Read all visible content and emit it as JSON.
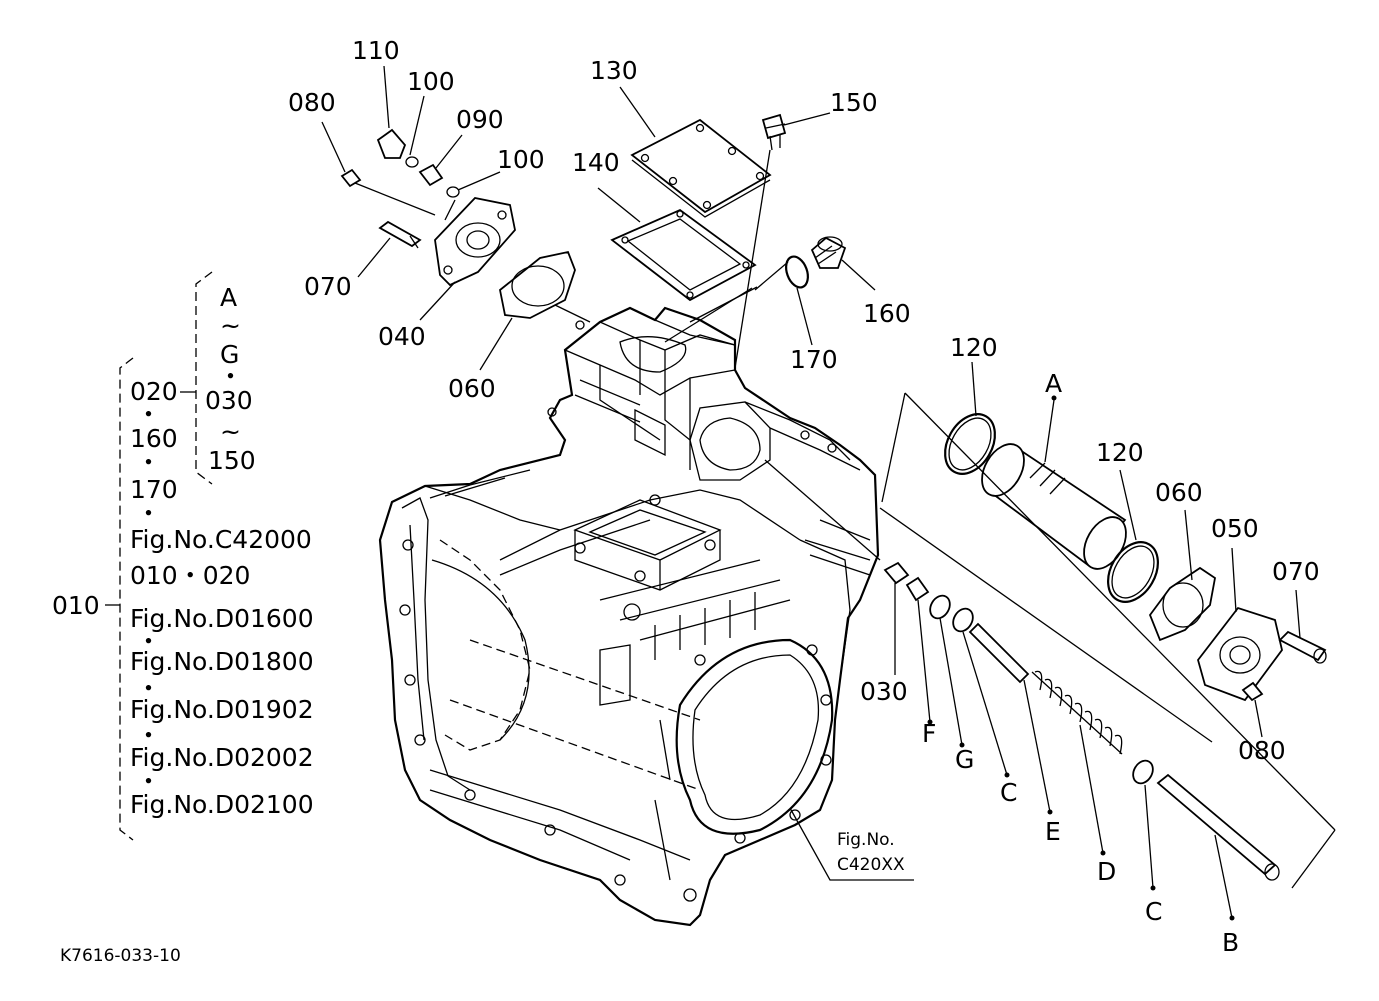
{
  "labels": {
    "p110": "110",
    "p100a": "100",
    "p090": "090",
    "p100b": "100",
    "p080a": "080",
    "p130": "130",
    "p150": "150",
    "p140": "140",
    "p070a": "070",
    "p040": "040",
    "p060a": "060",
    "p160": "160",
    "p170": "170",
    "p120a": "120",
    "pA": "A",
    "p120b": "120",
    "p060b": "060",
    "p050": "050",
    "p070b": "070",
    "p080b": "080",
    "p030": "030",
    "pF": "F",
    "pG": "G",
    "pC1": "C",
    "pE": "E",
    "pD": "D",
    "pC2": "C",
    "pB": "B",
    "fig_ref_1": "Fig.No.",
    "fig_ref_2": "C420XX"
  },
  "legend": {
    "main": "010",
    "col1": [
      "020",
      "160",
      "170",
      "Fig.No.C42000",
      "010・020",
      "Fig.No.D01600",
      "Fig.No.D01800",
      "Fig.No.D01902",
      "Fig.No.D02002",
      "Fig.No.D02100"
    ],
    "col2": [
      "A",
      "G",
      "030",
      "150"
    ],
    "tilde": "~",
    "dot": "・"
  },
  "footer": {
    "drawing_code": "K7616-033-10"
  }
}
